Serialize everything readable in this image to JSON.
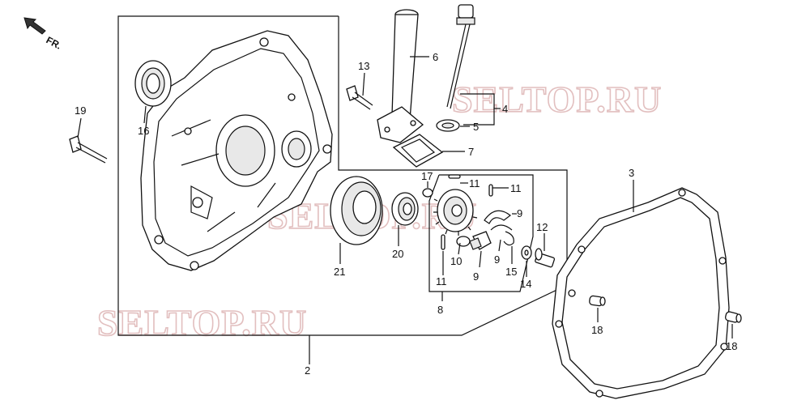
{
  "direction_label": "FR.",
  "watermark": "SELTOP.RU",
  "part_numbers": {
    "p2": "2",
    "p3": "3",
    "p4": "4",
    "p5": "5",
    "p6": "6",
    "p7": "7",
    "p8": "8",
    "p9a": "9",
    "p9b": "9",
    "p9c": "9",
    "p10": "10",
    "p11a": "11",
    "p11b": "11",
    "p11c": "11",
    "p12": "12",
    "p13": "13",
    "p14": "14",
    "p15": "15",
    "p16": "16",
    "p17": "17",
    "p18a": "18",
    "p18b": "18",
    "p19": "19",
    "p20": "20",
    "p21": "21"
  }
}
